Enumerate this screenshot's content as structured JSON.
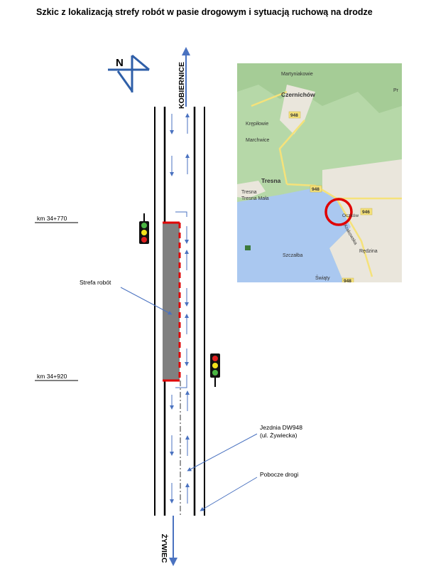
{
  "title": "Szkic z lokalizacją strefy robót w pasie drogowym i sytuacją ruchową na drodze",
  "compass": {
    "letter": "N",
    "icon": "north-arrow-icon"
  },
  "directions": {
    "north": "KOBIERNICE",
    "south": "ŻYWIEC"
  },
  "kilometers": {
    "start": "km 34+770",
    "end": "km 34+920"
  },
  "labels": {
    "work_zone": "Strefa robót",
    "roadway_line1": "Jezdnia DW948",
    "roadway_line2": "(ul. Żywiecka)",
    "shoulder": "Pobocze drogi"
  },
  "colors": {
    "work_zone_fill": "#808080",
    "work_zone_border": "#e00000",
    "arrow": "#4a72c0",
    "lake": "#aac8f0",
    "forest": "#b6d8a8"
  },
  "map": {
    "places": [
      "Martyniakowie",
      "Czernichów",
      "Krępiłowie",
      "Marchwice",
      "Tresna",
      "Tresna Mała",
      "Oczków",
      "Krakowska",
      "Szczałba",
      "Rędzina",
      "Świąty",
      "Pr"
    ],
    "road_badges": [
      "948",
      "948",
      "946",
      "948"
    ],
    "marker": "red-circle-location-marker"
  }
}
